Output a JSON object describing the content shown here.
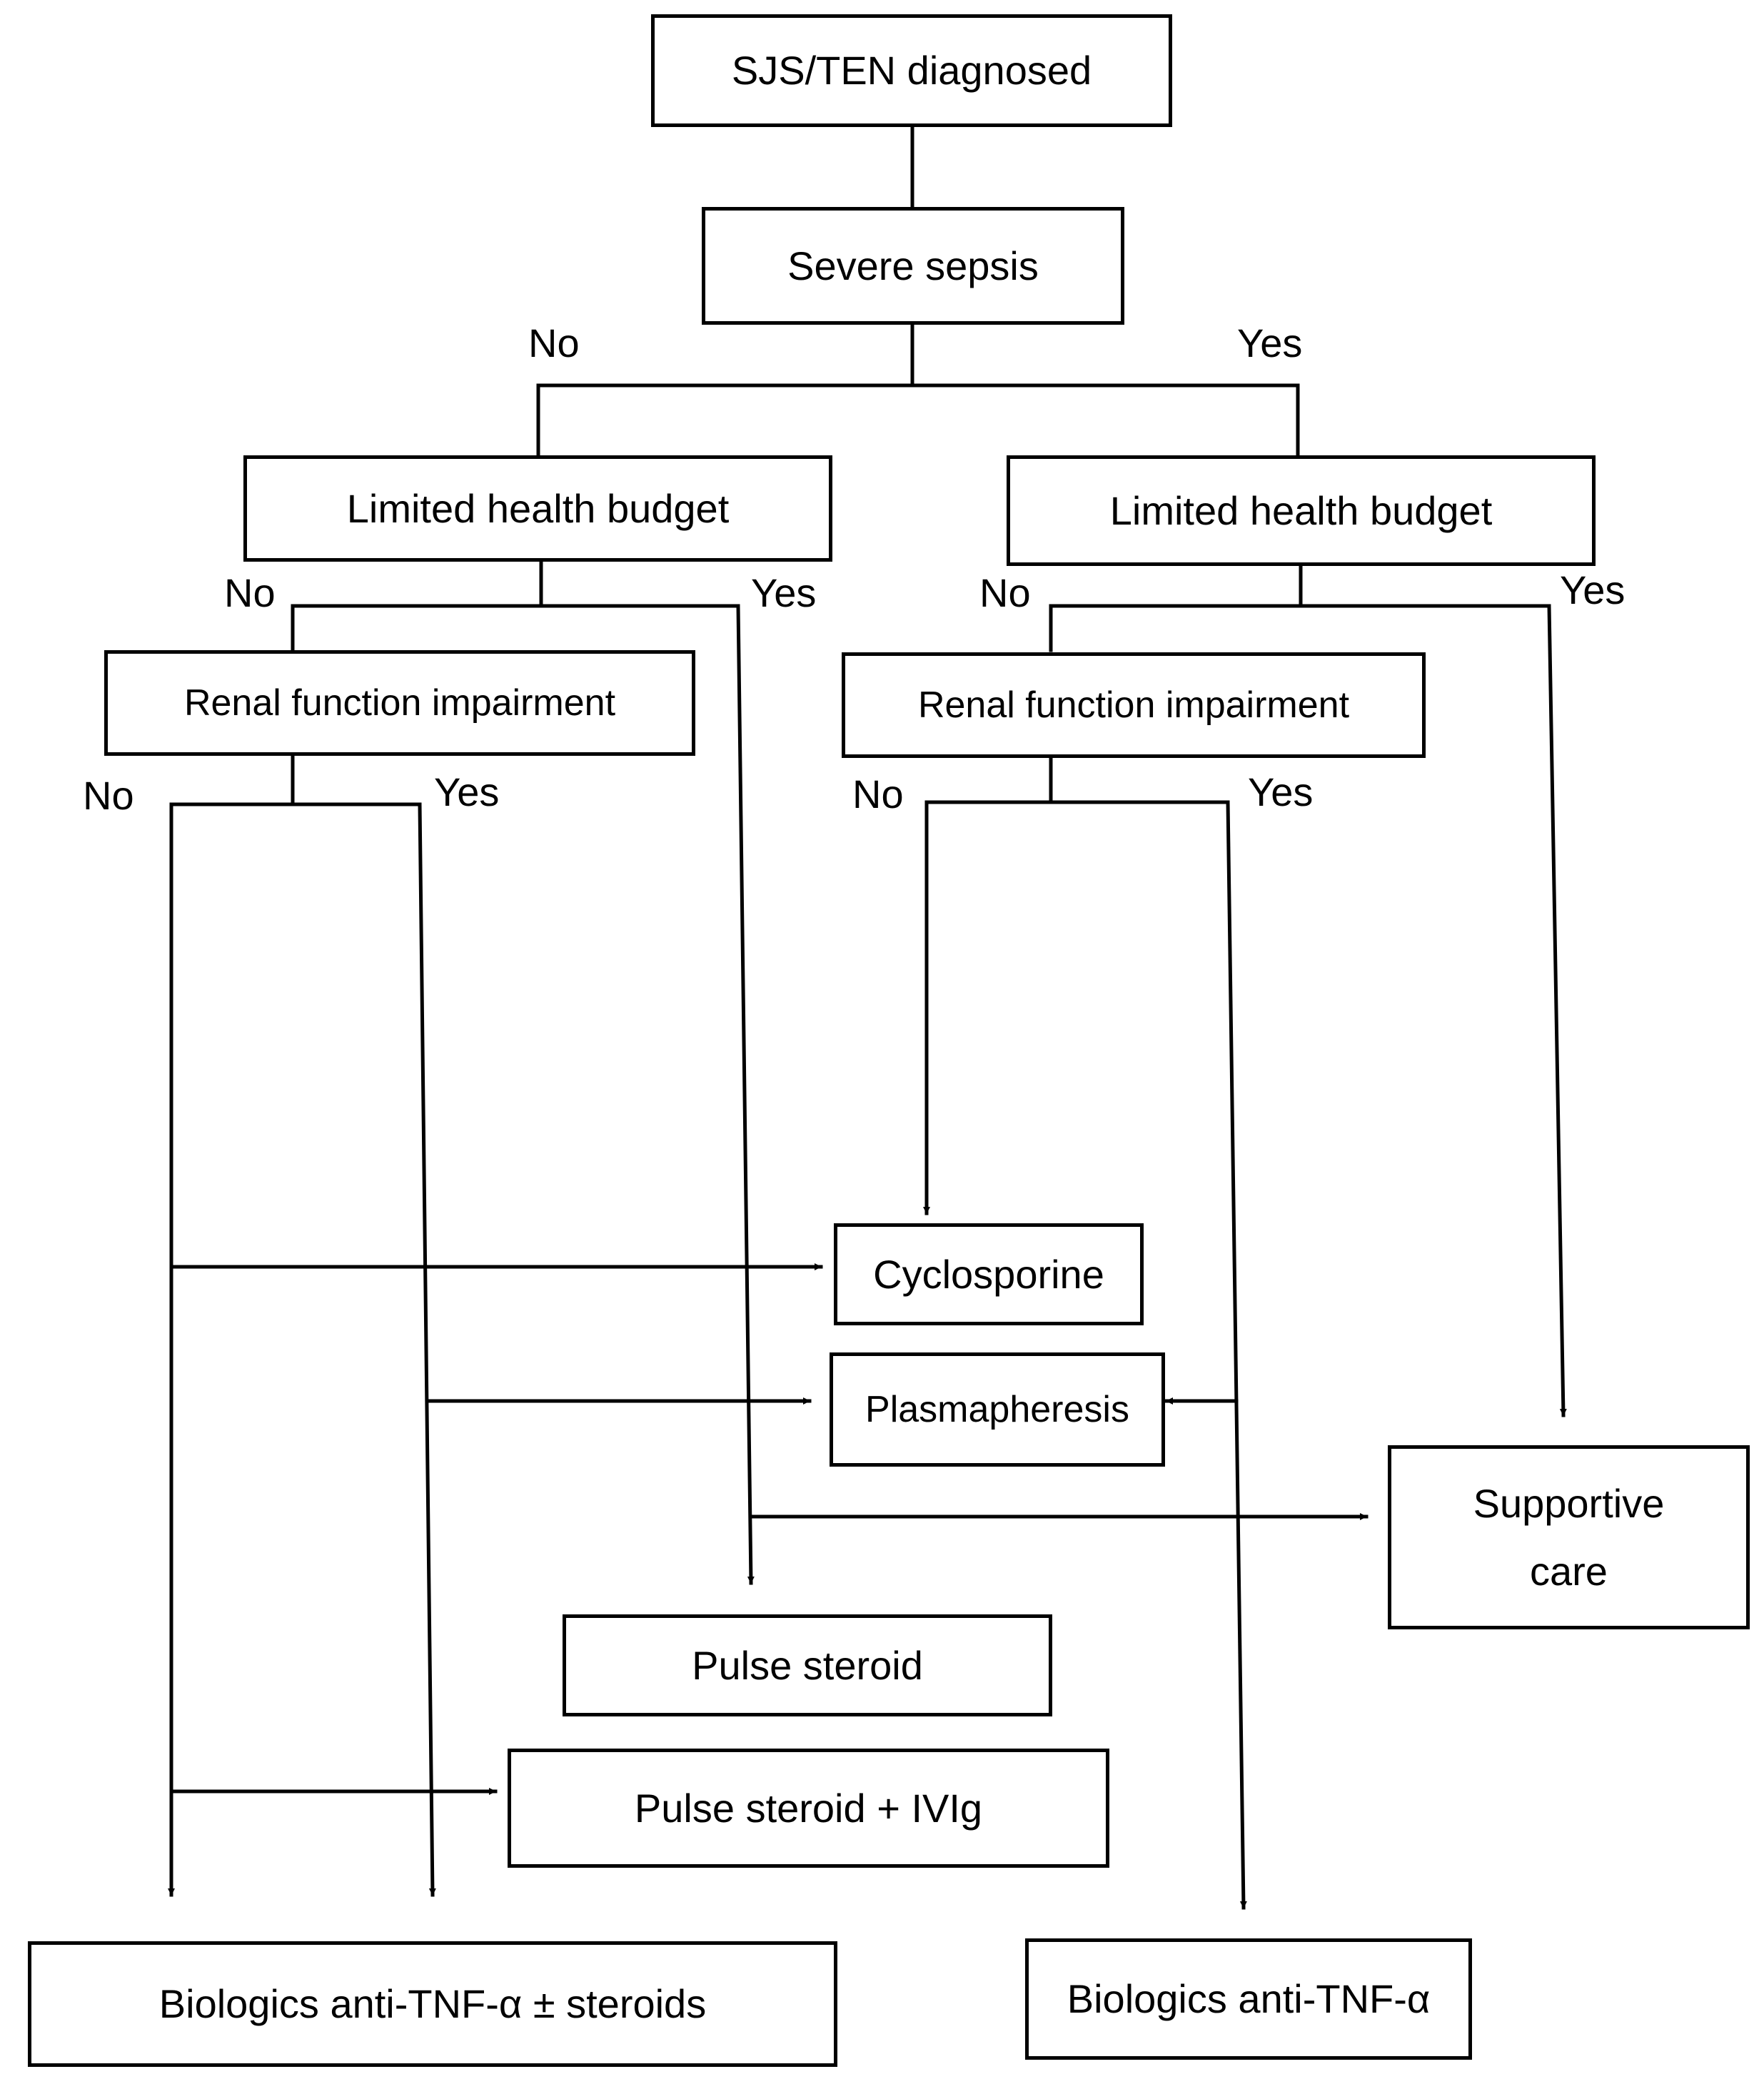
{
  "nodes": {
    "diagnosed": "SJS/TEN diagnosed",
    "sepsis": "Severe sepsis",
    "budget_left": "Limited health budget",
    "budget_right": "Limited health budget",
    "renal_left": "Renal function impairment",
    "renal_right": "Renal function impairment",
    "cyclosporine": "Cyclosporine",
    "plasmapheresis": "Plasmapheresis",
    "supportive_care": "Supportive\ncare",
    "pulse_steroid": "Pulse steroid",
    "pulse_steroid_ivig": "Pulse steroid + IVIg",
    "biologics_steroids": "Biologics anti-TNF-α ± steroids",
    "biologics": "Biologics anti-TNF-α"
  },
  "labels": {
    "sepsis_no": "No",
    "sepsis_yes": "Yes",
    "budget_left_no": "No",
    "budget_left_yes": "Yes",
    "budget_right_no": "No",
    "budget_right_yes": "Yes",
    "renal_left_no": "No",
    "renal_left_yes": "Yes",
    "renal_right_no": "No",
    "renal_right_yes": "Yes"
  },
  "colors": {
    "line": "#000000",
    "background": "#ffffff"
  }
}
